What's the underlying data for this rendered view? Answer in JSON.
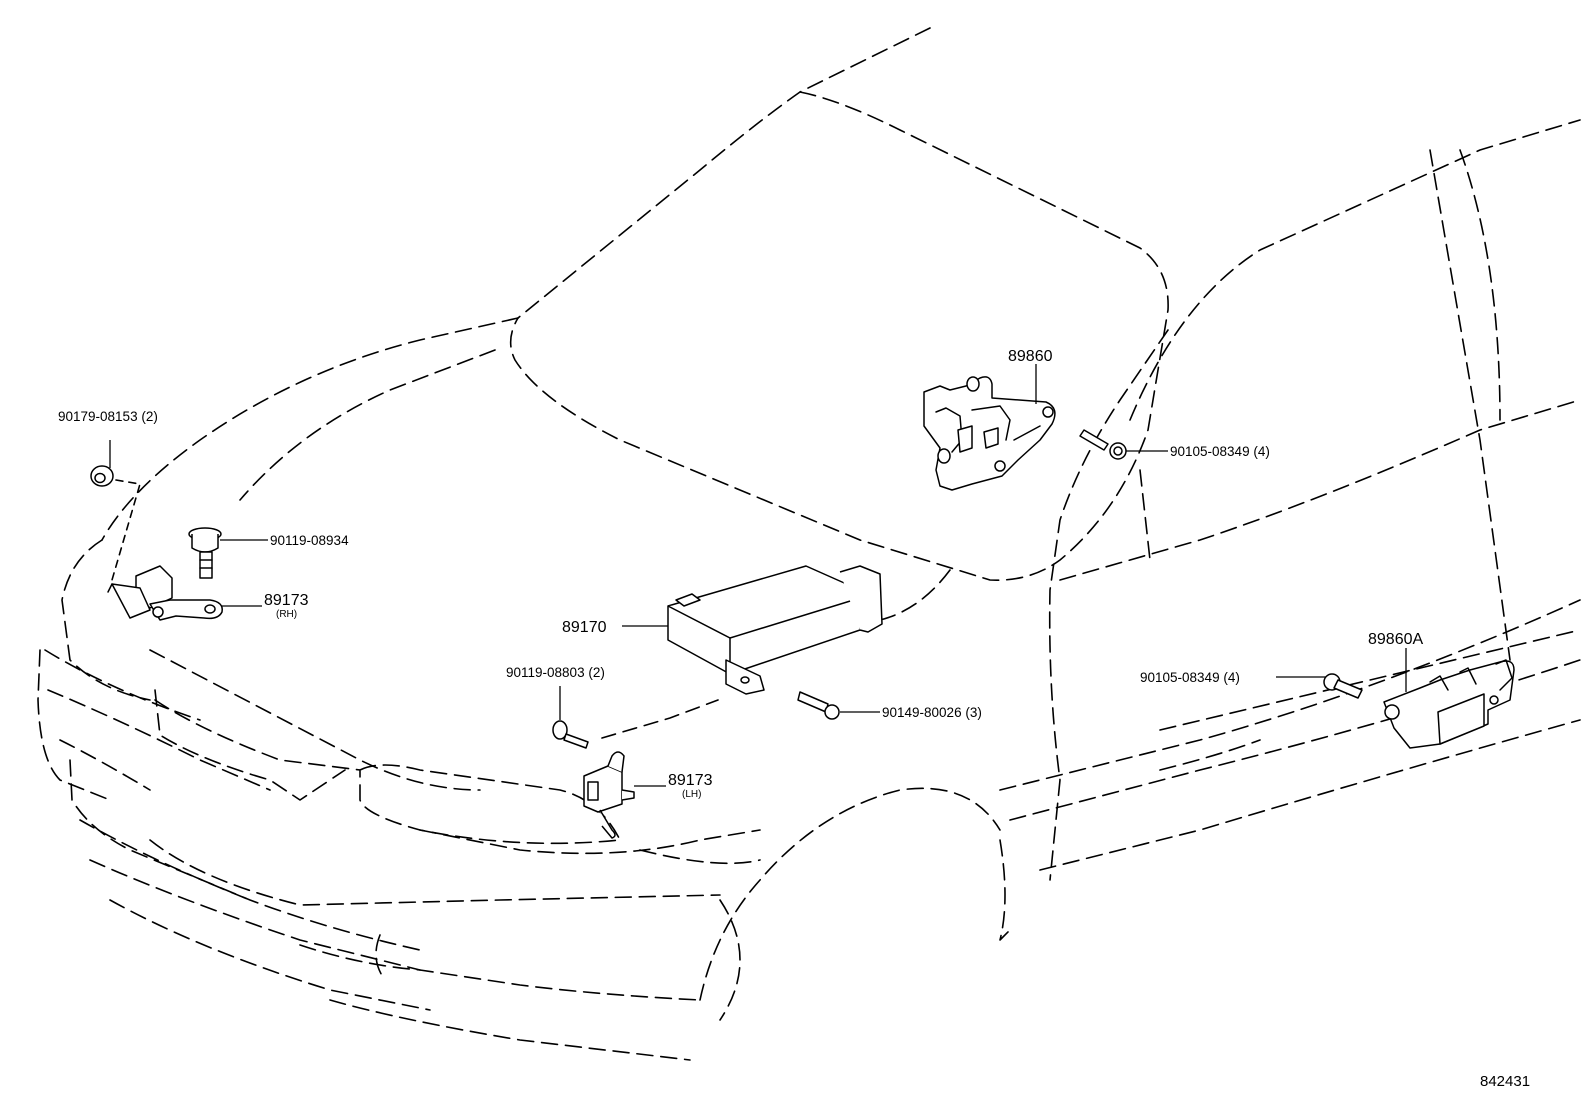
{
  "labels": {
    "bolt_90179": "90179-08153 (2)",
    "bolt_90119_08934": "90119-08934",
    "sensor_rh_number": "89173",
    "sensor_rh_side": "(RH)",
    "ecu_89170": "89170",
    "bolt_90119_08803": "90119-08803 (2)",
    "bolt_90149": "90149-80026 (3)",
    "sensor_lh_number": "89173",
    "sensor_lh_side": "(LH)",
    "bracket_89860": "89860",
    "bolt_90105_upper": "90105-08349 (4)",
    "bolt_90105_lower": "90105-08349 (4)",
    "sensor_89860a": "89860A",
    "illustration_number": "842431"
  }
}
